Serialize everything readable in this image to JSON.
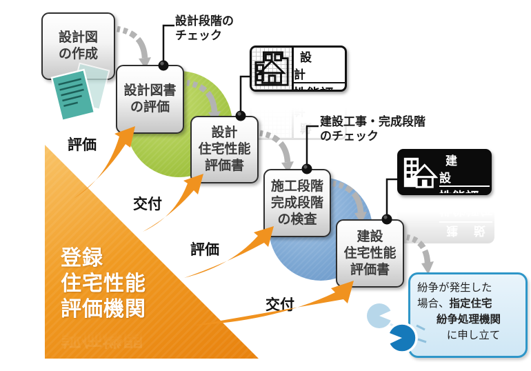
{
  "colors": {
    "orange": "#F0921F",
    "green_circle": "#A9C94C",
    "blue_circle": "#7FA9D4",
    "gray_arrow": "#B3B3B3",
    "dispute_border": "#2E96C8",
    "dispute_fill": "#D9ECF7",
    "document_teal": "#4FB0A5"
  },
  "steps": {
    "s1": [
      "設計図",
      "の作成"
    ],
    "s2": [
      "設計図書",
      "の評価"
    ],
    "s3": [
      "設計",
      "住宅性能",
      "評価書"
    ],
    "s4": [
      "施工段階",
      "完成段階",
      "の検査"
    ],
    "s5": [
      "建設",
      "住宅性能",
      "評価書"
    ]
  },
  "checks": {
    "design": [
      "設計段階の",
      "チェック"
    ],
    "construction": [
      "建設工事・完成段階",
      "のチェック"
    ]
  },
  "badges": {
    "design": {
      "category": "設 計",
      "label": "性能評価"
    },
    "construction": {
      "category": "建 設",
      "label": "性能評価"
    }
  },
  "organization": {
    "lines": [
      "登録",
      "住宅性能",
      "評価機関"
    ],
    "reflection_line": "評価機関"
  },
  "flow_labels": {
    "evaluate1": "評価",
    "issue1": "交付",
    "evaluate2": "評価",
    "issue2": "交付"
  },
  "dispute": {
    "line1": "紛争が発生した",
    "line2_pre": "場合、",
    "line2_bold": "指定住宅",
    "line3_bold": "紛争処理機関",
    "line4": "に申し立て"
  }
}
